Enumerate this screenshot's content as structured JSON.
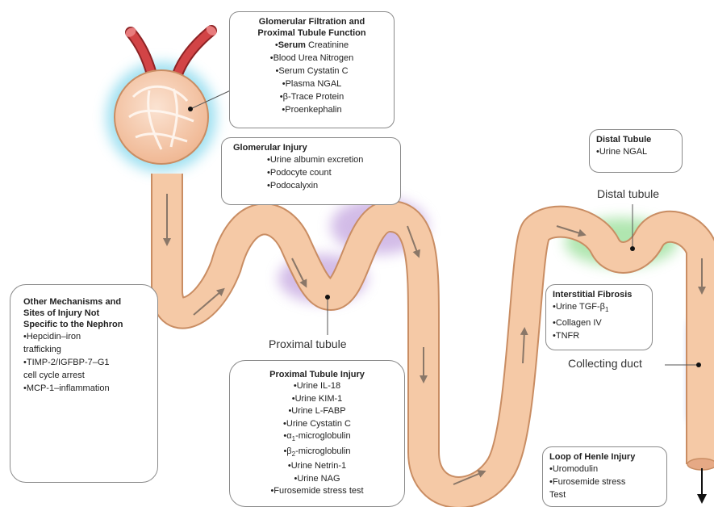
{
  "colors": {
    "tubule_fill": "#f5c9a6",
    "tubule_edge": "#c98d63",
    "vessel": "#c9393b",
    "arrow": "#8a7768",
    "glow_blue": "#7fd6ec",
    "glow_purple": "#b58fd8",
    "glow_green": "#8fdc8f",
    "glow_blue_duct": "#5b7be0"
  },
  "boxes": {
    "glomerular_filtration": {
      "title_line1": "Glomerular Filtration and",
      "title_line2": "Proximal Tubule Function",
      "items": [
        "Serum Creatinine",
        "Blood Urea Nitrogen",
        "Serum Cystatin C",
        "Plasma NGAL",
        "β-Trace Protein",
        "Proenkephalin"
      ],
      "first_item_bold": "Serum",
      "first_item_rest": " Creatinine"
    },
    "glomerular_injury": {
      "title": "Glomerular Injury",
      "items": [
        "Urine albumin excretion",
        "Podocyte count",
        "Podocalyxin"
      ]
    },
    "distal_tubule": {
      "title": "Distal Tubule",
      "items": [
        "Urine NGAL"
      ]
    },
    "interstitial_fibrosis": {
      "title": "Interstitial Fibrosis",
      "items": [
        "Urine TGF-β1",
        "Collagen IV",
        "TNFR"
      ]
    },
    "other_mechanisms": {
      "title_line1": "Other Mechanisms and",
      "title_line2": "Sites of Injury Not",
      "title_line3": "Specific to the Nephron",
      "items": [
        "Hepcidin–iron",
        "trafficking",
        "TIMP-2/IGFBP-7–G1",
        "cell cycle arrest",
        "MCP-1–inflammation"
      ]
    },
    "proximal_tubule_injury": {
      "title": "Proximal Tubule Injury",
      "items": [
        "Urine IL-18",
        "Urine KIM-1",
        "Urine L-FABP",
        "Urine Cystatin C",
        "α1-microglobulin",
        "β2-microglobulin",
        "Urine Netrin-1",
        "Urine NAG",
        "Furosemide stress test"
      ]
    },
    "loop_of_henle": {
      "title": "Loop of Henle Injury",
      "items": [
        "Uromodulin",
        "Furosemide stress",
        "Test"
      ]
    }
  },
  "labels": {
    "distal_tubule": "Distal tubule",
    "proximal_tubule": "Proximal tubule",
    "collecting_duct": "Collecting duct"
  },
  "bullet": "•"
}
